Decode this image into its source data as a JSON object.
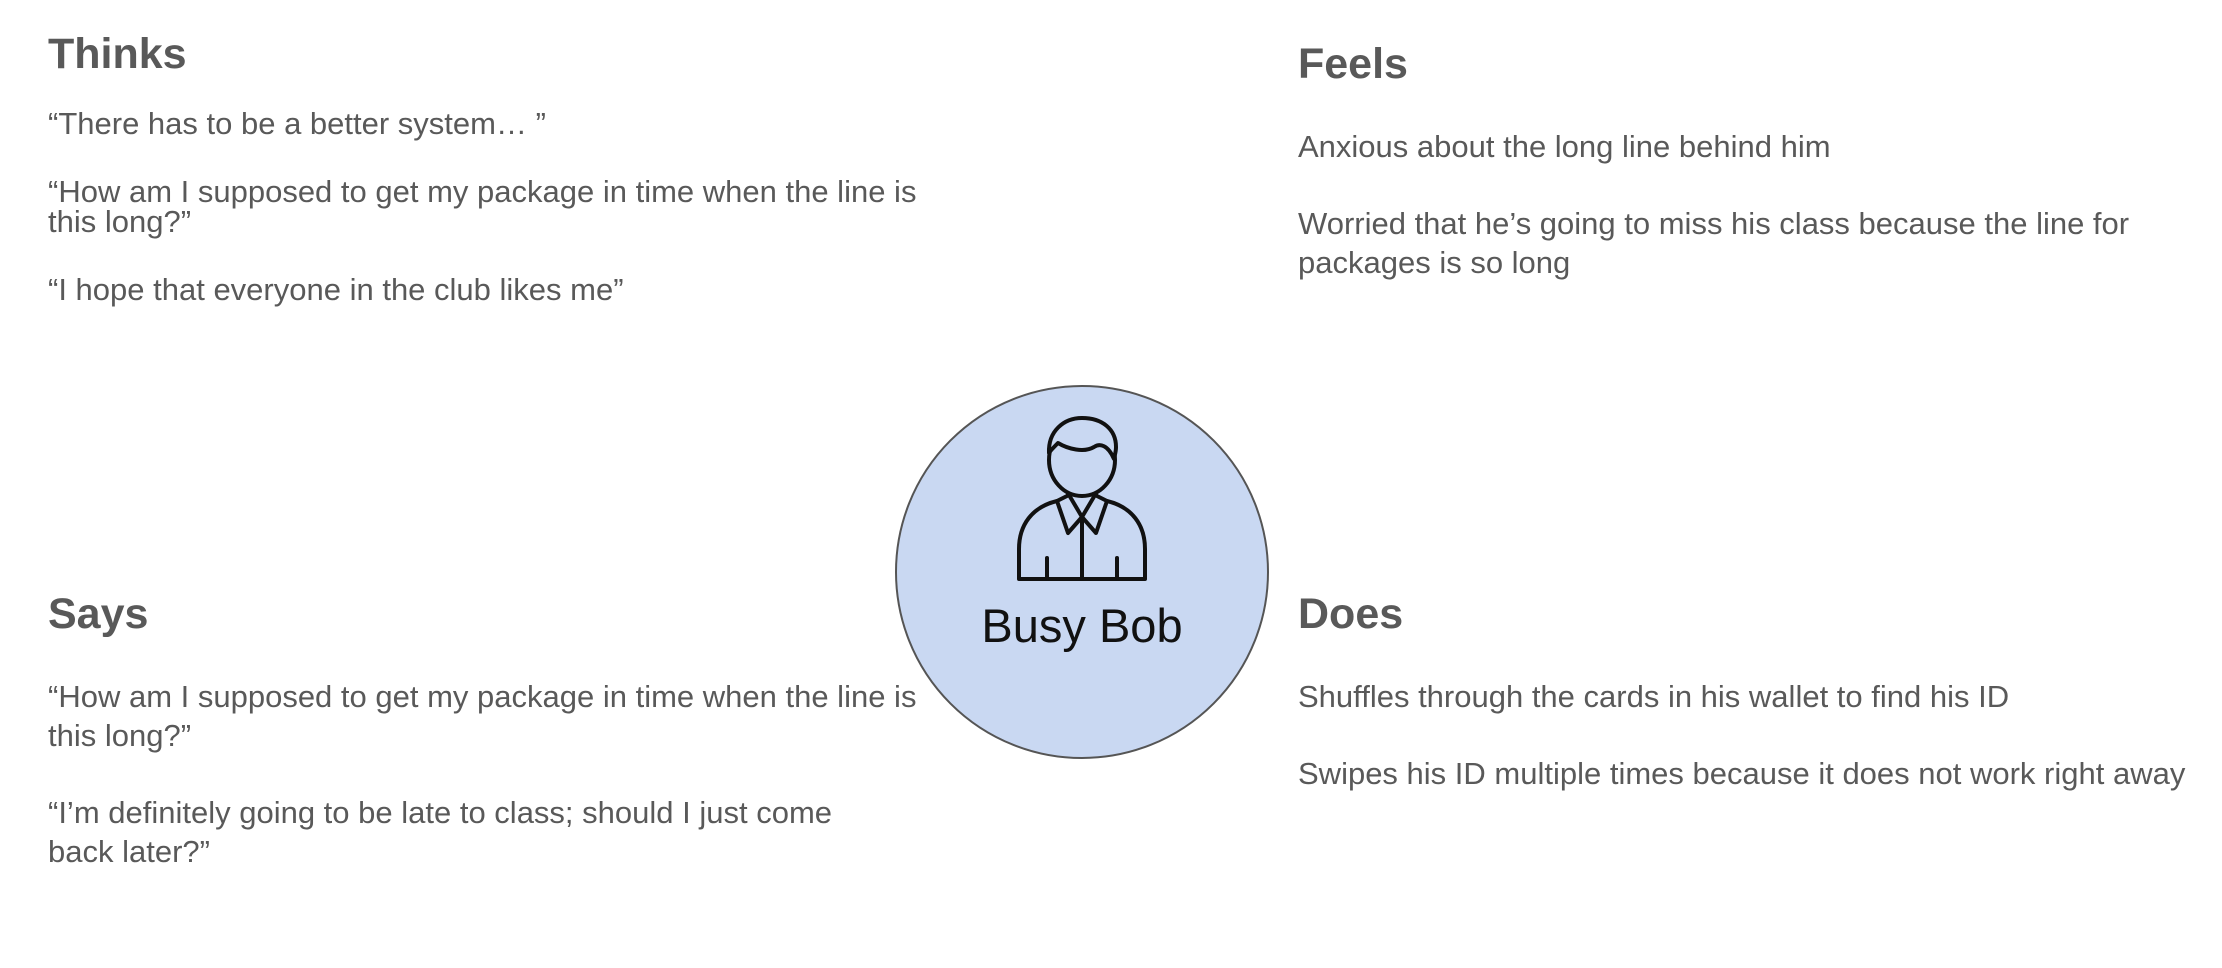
{
  "persona": {
    "name": "Busy Bob",
    "icon": "person-icon",
    "circle_color": "#c9d8f2"
  },
  "thinks": {
    "heading": "Thinks",
    "items": [
      "“There has to be a better system… ”",
      "“How am I supposed to get my package in time when the line is this long?”",
      "“I hope that everyone in the club likes me”"
    ]
  },
  "feels": {
    "heading": "Feels",
    "items": [
      "Anxious about the long line behind him",
      "Worried that he’s going to miss his class because the line for packages is so long"
    ]
  },
  "says": {
    "heading": "Says",
    "items": [
      "“How am I supposed to get my package in time when the line is this long?”",
      "“I’m definitely going to be late to class; should I just come back later?”"
    ]
  },
  "does": {
    "heading": "Does",
    "items": [
      "Shuffles through the cards in his wallet to find his ID",
      "Swipes his ID multiple times because it does not work right away"
    ]
  }
}
